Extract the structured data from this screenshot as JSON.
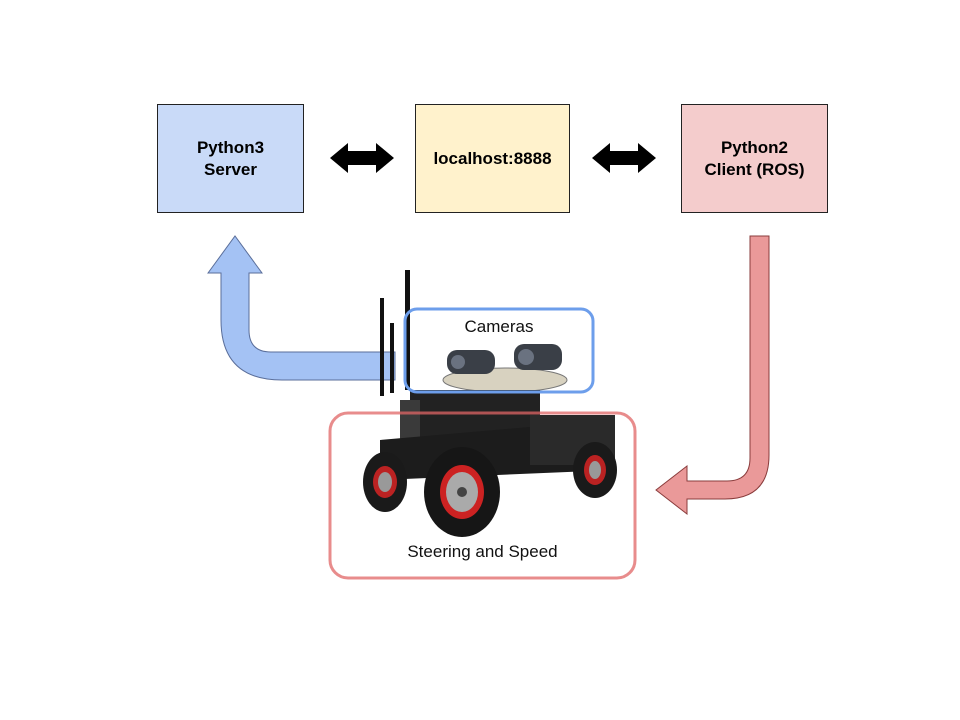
{
  "nodes": {
    "server": {
      "line1": "Python3",
      "line2": "Server",
      "color": "#c9daf8"
    },
    "localhost": {
      "label": "localhost:8888",
      "color": "#fff2cc"
    },
    "client": {
      "line1": "Python2",
      "line2": "Client (ROS)",
      "color": "#f4cccc"
    }
  },
  "callouts": {
    "cameras": "Cameras",
    "steering": "Steering and Speed"
  },
  "colors": {
    "blue_arrow": "#a4c2f4",
    "red_arrow": "#ea9999",
    "cameras_outline": "#6d9eeb",
    "steering_outline": "#e06666"
  },
  "image": {
    "subject": "robot-car"
  }
}
